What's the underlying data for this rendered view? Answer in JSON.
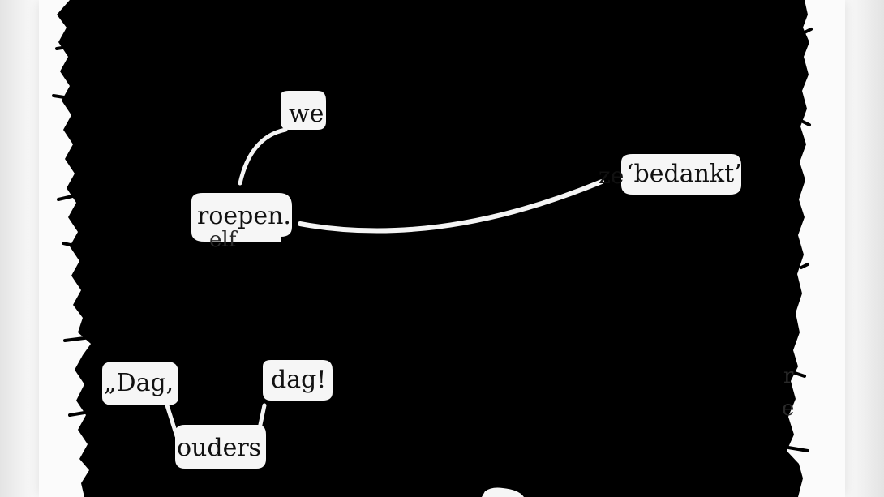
{
  "poem": {
    "fragment_top": "we",
    "word_roepen": "roepen.",
    "fragment_roepen_below": "elf",
    "fragment_bedankt_left": "ze",
    "word_bedankt": "‘bedankt’",
    "word_dag_open": "„Dag,",
    "word_dag_close": "dag!",
    "word_ouders": "ouders",
    "margin_letter_r": "r",
    "margin_letter_e": "e"
  },
  "colors": {
    "ink": "#000000",
    "paper": "#fbfbfb",
    "text": "#111111"
  }
}
